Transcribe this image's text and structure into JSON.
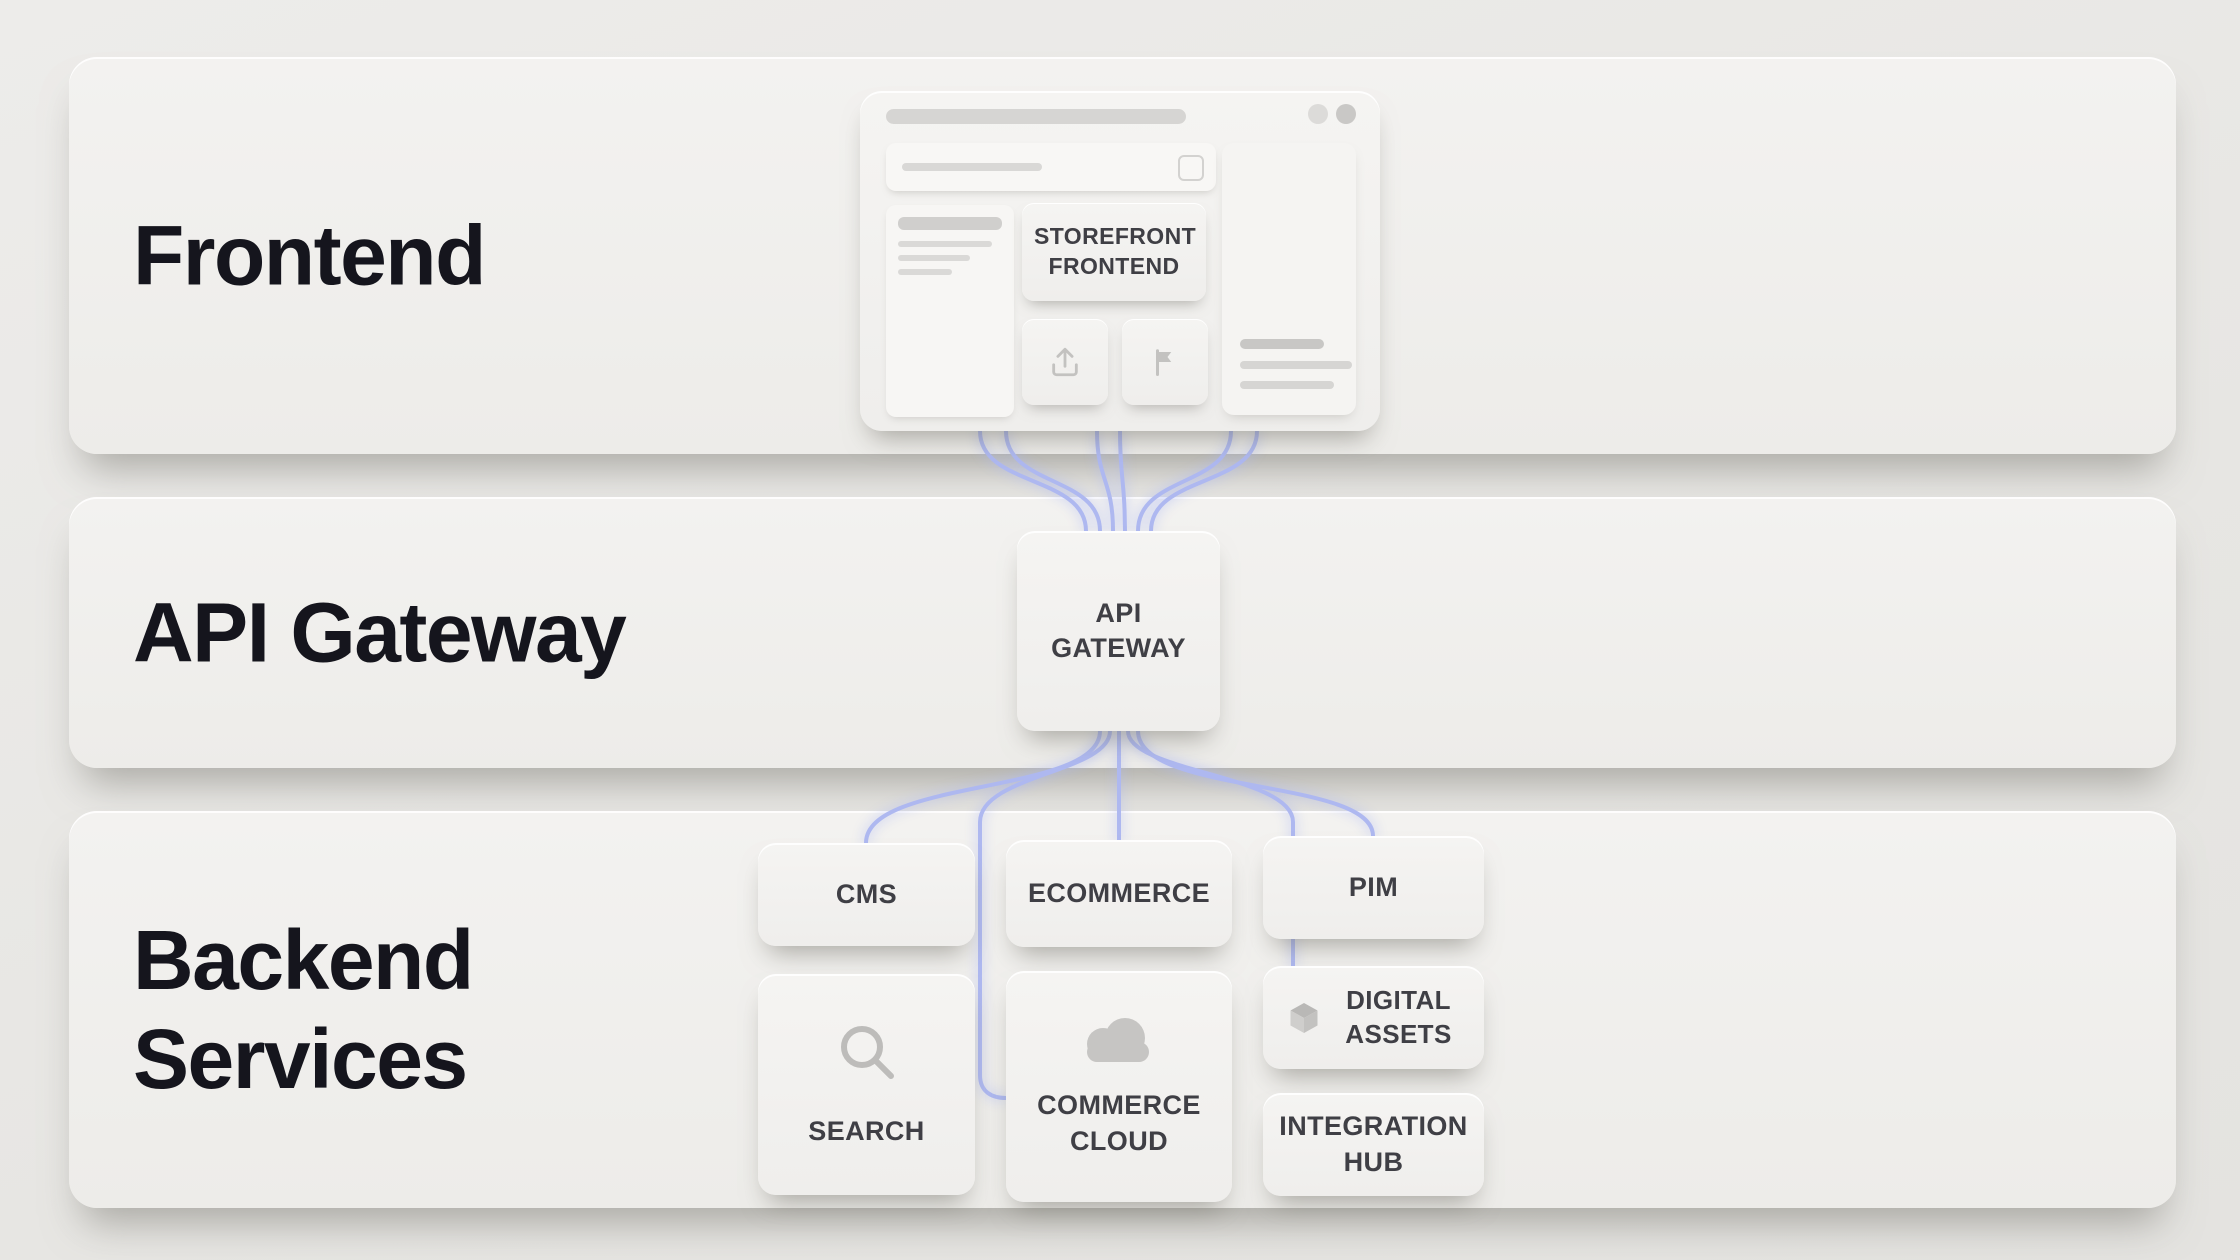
{
  "layers": [
    {
      "label": "Frontend"
    },
    {
      "label": "API Gateway"
    },
    {
      "label": "Backend Services"
    }
  ],
  "nodes": {
    "storefront": {
      "label": "STOREFRONT FRONTEND"
    },
    "gateway": {
      "label": "API GATEWAY"
    },
    "cms": {
      "label": "CMS"
    },
    "ecommerce": {
      "label": "ECOMMERCE"
    },
    "pim": {
      "label": "PIM"
    },
    "search": {
      "label": "SEARCH",
      "icon": "magnifier-icon"
    },
    "commerce_cloud": {
      "label": "COMMERCE CLOUD",
      "icon": "cloud-icon"
    },
    "digital_assets": {
      "label": "DIGITAL ASSETS",
      "icon": "package-icon"
    },
    "integration_hub": {
      "label": "INTEGRATION HUB"
    }
  },
  "connections": [
    {
      "from": "storefront",
      "to": "gateway"
    },
    {
      "from": "gateway",
      "to": "cms"
    },
    {
      "from": "gateway",
      "to": "ecommerce"
    },
    {
      "from": "gateway",
      "to": "pim"
    },
    {
      "from": "gateway",
      "to": "commerce_cloud"
    },
    {
      "from": "gateway",
      "to": "digital_assets"
    }
  ],
  "colors": {
    "connector": "#aeb8f0",
    "page_bg": "#e8e7e4",
    "band_bg": "#f2f1ef",
    "heading_text": "#15151d",
    "node_text": "#3f3f45"
  }
}
